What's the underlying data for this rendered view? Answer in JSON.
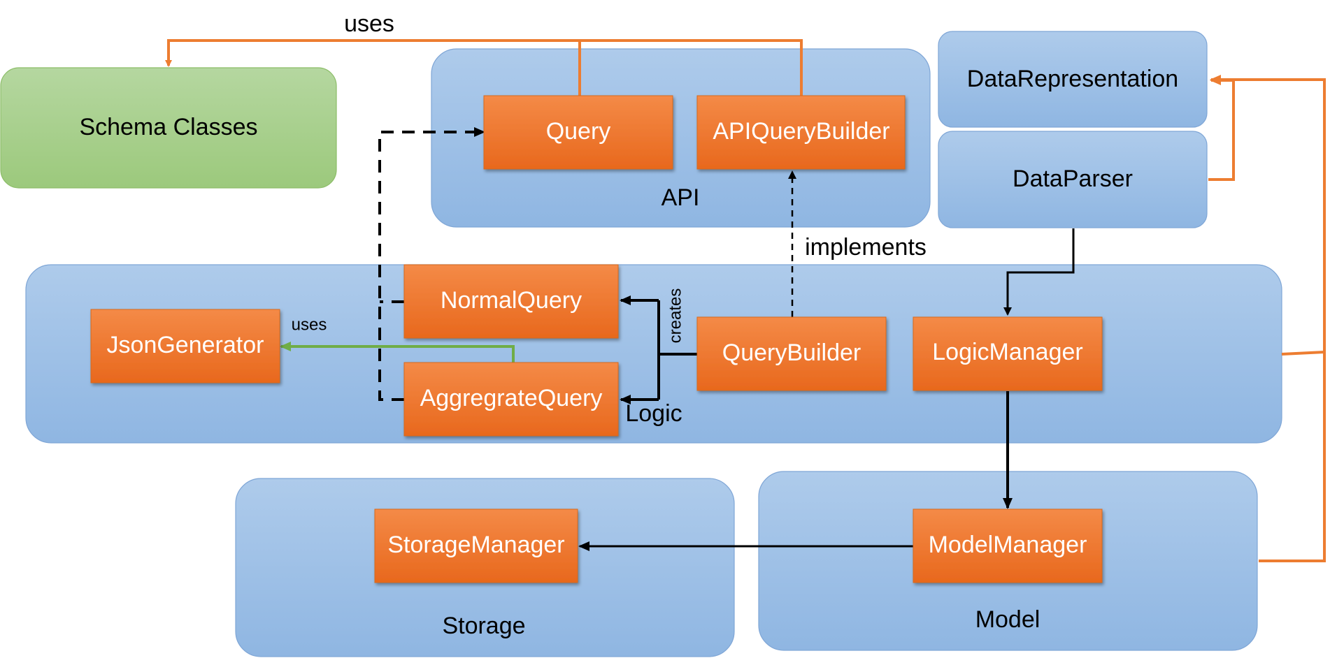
{
  "containers": {
    "api": "API",
    "logic": "Logic",
    "storage": "Storage",
    "model": "Model",
    "schema": "Schema Classes",
    "data_representation": "DataRepresentation",
    "data_parser": "DataParser"
  },
  "components": {
    "query": "Query",
    "api_query_builder": "APIQueryBuilder",
    "json_generator": "JsonGenerator",
    "normal_query": "NormalQuery",
    "aggregate_query": "AggregrateQuery",
    "query_builder": "QueryBuilder",
    "logic_manager": "LogicManager",
    "storage_manager": "StorageManager",
    "model_manager": "ModelManager"
  },
  "edge_labels": {
    "uses_top": "uses",
    "uses_json": "uses",
    "implements": "implements",
    "creates": "creates"
  },
  "colors": {
    "container_blue": "#9dc3e6",
    "component_orange": "#ed7d31",
    "schema_green": "#a9d18e",
    "edge_orange": "#ed7d31",
    "edge_green": "#70ad47"
  }
}
